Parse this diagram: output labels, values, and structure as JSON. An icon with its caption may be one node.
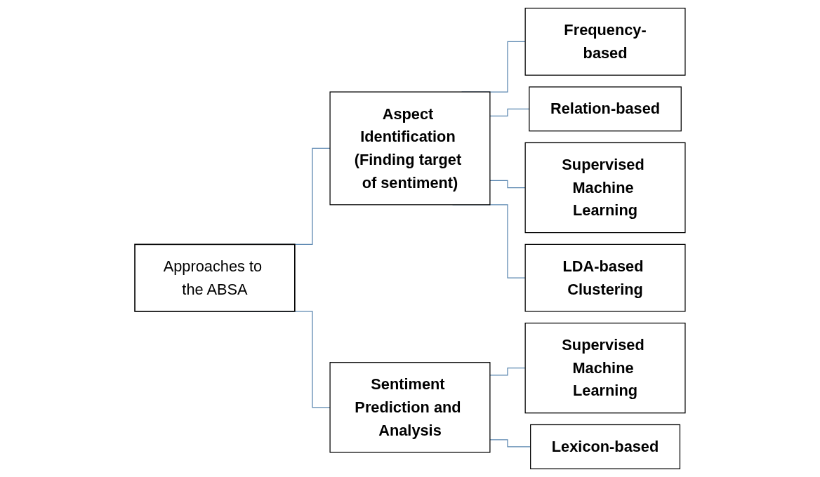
{
  "diagram": {
    "nodes": [
      {
        "text": [
          "Approaches to the ABSA"
        ]
      },
      {
        "text": [
          "Aspect Identification (Finding target of sentiment)"
        ]
      },
      {
        "text": [
          "Frequency-based"
        ]
      },
      {
        "text": [
          "Relation-based"
        ]
      },
      {
        "text": [
          "Supervised Machine Learning"
        ]
      },
      {
        "text": [
          "LDA-based Clustering"
        ]
      },
      {
        "text": [
          "Sentiment Prediction and Analysis"
        ]
      },
      {
        "text": [
          "Supervised Machine Learning"
        ]
      },
      {
        "text": [
          "Lexicon-based"
        ]
      }
    ],
    "edges": [
      {
        "from": 0,
        "to": 1,
        "arrow": "none"
      },
      {
        "from": 0,
        "to": 6,
        "arrow": "none"
      },
      {
        "from": 1,
        "to": 2,
        "arrow": "none"
      },
      {
        "from": 1,
        "to": 3,
        "arrow": "none"
      },
      {
        "from": 1,
        "to": 4,
        "arrow": "none"
      },
      {
        "from": 1,
        "to": 5,
        "arrow": "none"
      },
      {
        "from": 6,
        "to": 7,
        "arrow": "none"
      },
      {
        "from": 6,
        "to": 8,
        "arrow": "none"
      }
    ]
  }
}
